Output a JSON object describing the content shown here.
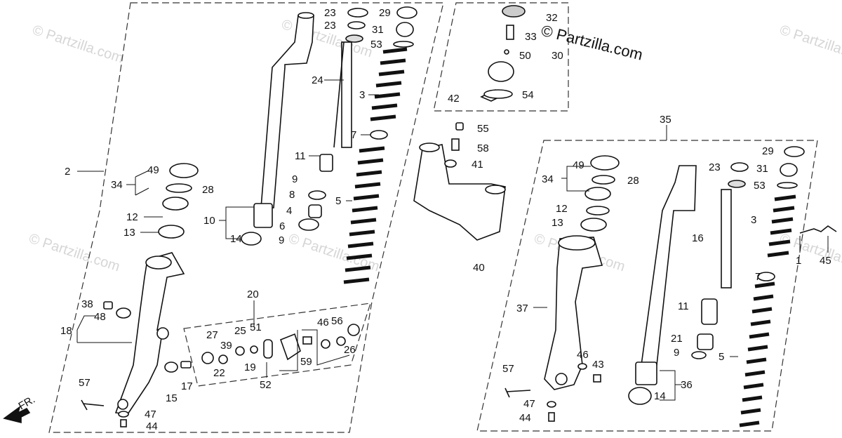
{
  "watermark": "© Partzilla.com",
  "brand_label": "© Partzilla.com",
  "front_label": "FR.",
  "callouts": [
    "23",
    "29",
    "23",
    "31",
    "53",
    "24",
    "3",
    "7",
    "11",
    "9",
    "8",
    "4",
    "6",
    "9",
    "5",
    "2",
    "49",
    "34",
    "28",
    "12",
    "13",
    "10",
    "14",
    "38",
    "48",
    "18",
    "20",
    "27",
    "25",
    "51",
    "46",
    "56",
    "39",
    "19",
    "59",
    "26",
    "22",
    "52",
    "15",
    "17",
    "57",
    "47",
    "44",
    "32",
    "33",
    "50",
    "30",
    "42",
    "54",
    "55",
    "58",
    "41",
    "40",
    "35",
    "29",
    "23",
    "31",
    "49",
    "34",
    "28",
    "53",
    "12",
    "13",
    "3",
    "16",
    "1",
    "45",
    "7",
    "37",
    "11",
    "21",
    "9",
    "5",
    "46",
    "43",
    "57",
    "36",
    "14",
    "47",
    "44"
  ]
}
